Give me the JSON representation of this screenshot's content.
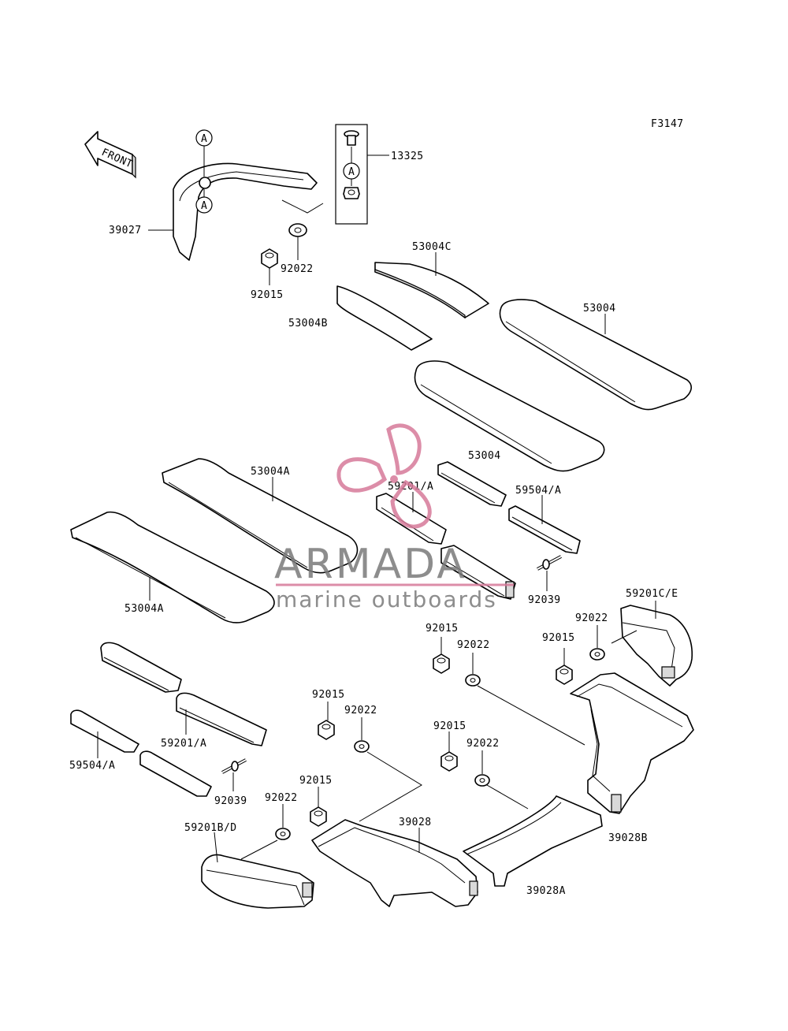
{
  "diagram_code": "F3147",
  "front_arrow_label": "FRONT",
  "circle_marker": "A",
  "watermark": {
    "brand": "ARMADA",
    "tagline": "marine outboards",
    "brand_color": "#7a7a7a",
    "accent_color": "#d77a9a"
  },
  "labels": {
    "p13325": "13325",
    "p39027": "39027",
    "p92022_top": "92022",
    "p92015_top": "92015",
    "p53004C": "53004C",
    "p53004B": "53004B",
    "p53004_upper": "53004",
    "p53004_mid": "53004",
    "p53004A_upper": "53004A",
    "p53004A_lower": "53004A",
    "p59201A_upper": "59201/A",
    "p59504A_upper": "59504/A",
    "p92039_upper": "92039",
    "p59201CE": "59201C/E",
    "p92022_r1": "92022",
    "p92015_r1": "92015",
    "p92015_c1": "92015",
    "p92022_c1": "92022",
    "p59201A_lower": "59201/A",
    "p59504A_lower": "59504/A",
    "p92039_lower": "92039",
    "p92015_c2": "92015",
    "p92022_c2": "92022",
    "p92015_c3": "92015",
    "p92022_c3": "92022",
    "p92015_c4": "92015",
    "p92022_c4": "92022",
    "p59201BD": "59201B/D",
    "p39028": "39028",
    "p39028A": "39028A",
    "p39028B": "39028B"
  }
}
